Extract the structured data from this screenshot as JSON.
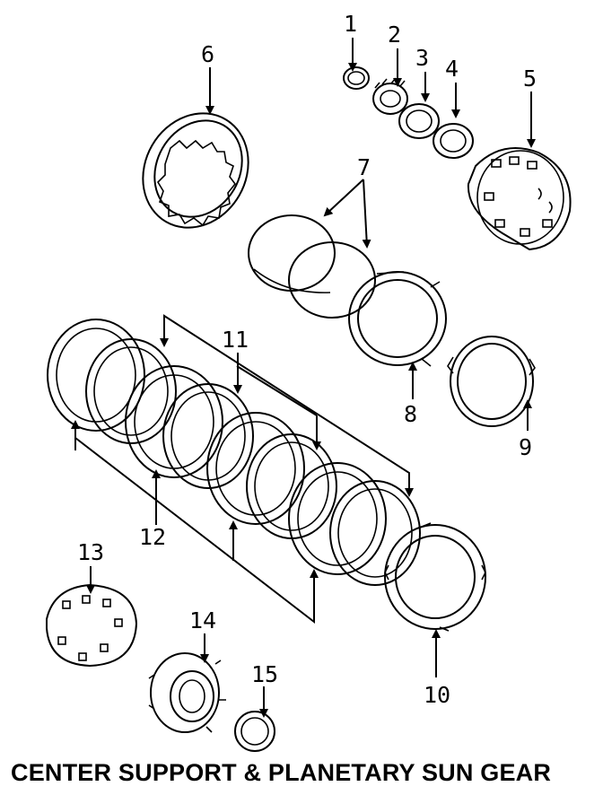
{
  "diagram": {
    "title": "CENTER SUPPORT & PLANETARY SUN GEAR",
    "callouts": [
      "1",
      "2",
      "3",
      "4",
      "5",
      "6",
      "7",
      "8",
      "9",
      "10",
      "11",
      "12",
      "13",
      "14",
      "15"
    ]
  },
  "colors": {
    "line": "#000000",
    "background": "#ffffff"
  }
}
